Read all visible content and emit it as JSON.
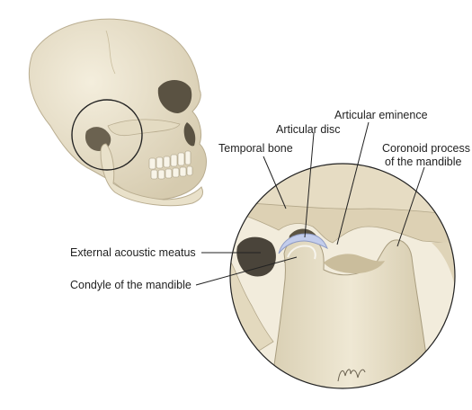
{
  "labels": {
    "articular_eminence": "Articular eminence",
    "articular_disc": "Articular disc",
    "temporal_bone": "Temporal bone",
    "coronoid_line1": "Coronoid process",
    "coronoid_line2": "of the mandible",
    "external_acoustic_meatus": "External acoustic meatus",
    "condyle_of_mandible": "Condyle of the mandible"
  },
  "colors": {
    "bone": "#ece4cf",
    "bone_shadow": "#c9bd9d",
    "bone_dark": "#8a7f66",
    "disc": "#b9c4e6",
    "cavity": "#4a443a",
    "outline": "#222222"
  }
}
